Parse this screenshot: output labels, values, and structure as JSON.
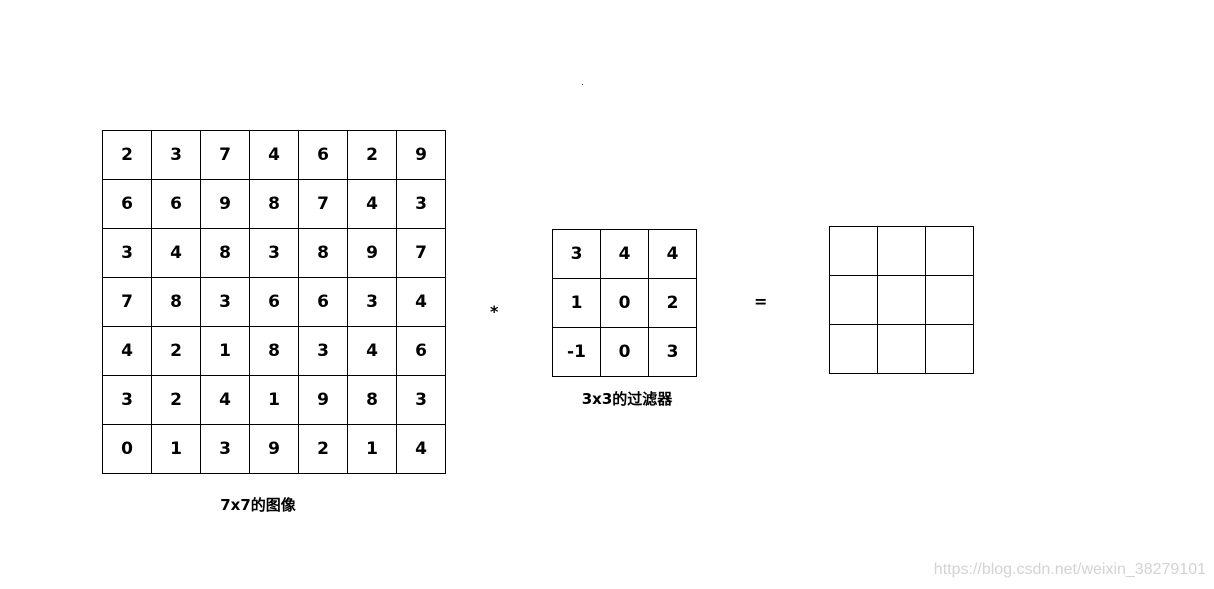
{
  "image_grid": {
    "rows": [
      [
        "2",
        "3",
        "7",
        "4",
        "6",
        "2",
        "9"
      ],
      [
        "6",
        "6",
        "9",
        "8",
        "7",
        "4",
        "3"
      ],
      [
        "3",
        "4",
        "8",
        "3",
        "8",
        "9",
        "7"
      ],
      [
        "7",
        "8",
        "3",
        "6",
        "6",
        "3",
        "4"
      ],
      [
        "4",
        "2",
        "1",
        "8",
        "3",
        "4",
        "6"
      ],
      [
        "3",
        "2",
        "4",
        "1",
        "9",
        "8",
        "3"
      ],
      [
        "0",
        "1",
        "3",
        "9",
        "2",
        "1",
        "4"
      ]
    ],
    "caption": "7x7的图像"
  },
  "operators": {
    "multiply": "*",
    "equals": "="
  },
  "filter_grid": {
    "rows": [
      [
        "3",
        "4",
        "4"
      ],
      [
        "1",
        "0",
        "2"
      ],
      [
        "-1",
        "0",
        "3"
      ]
    ],
    "caption": "3x3的过滤器"
  },
  "output_grid": {
    "rows": [
      [
        "",
        "",
        ""
      ],
      [
        "",
        "",
        ""
      ],
      [
        "",
        "",
        ""
      ]
    ]
  },
  "watermark": "https://blog.csdn.net/weixin_38279101"
}
